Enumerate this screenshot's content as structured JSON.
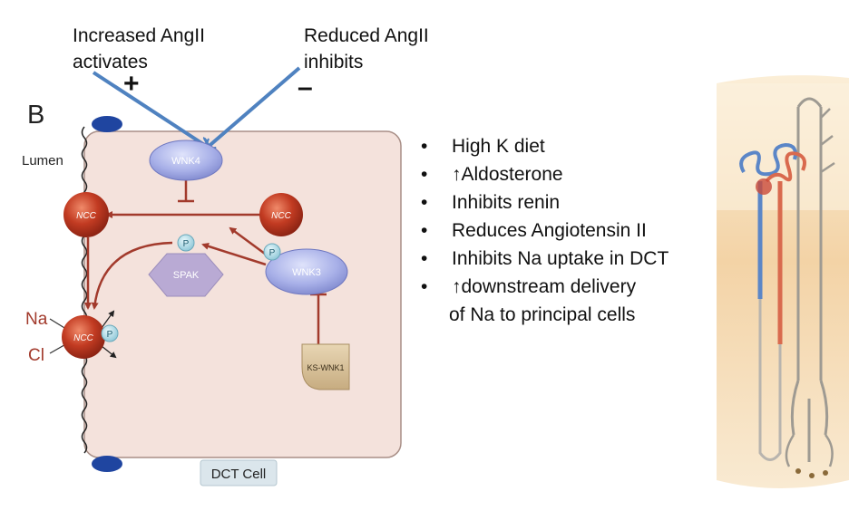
{
  "top": {
    "increased_label": "Increased  AngII",
    "activates_label": "activates",
    "reduced_label": "Reduced AngII",
    "inhibits_label": "inhibits",
    "plus": "+",
    "minus": "–"
  },
  "diagram": {
    "panel_letter": "B",
    "lumen": "Lumen",
    "wnk4": "WNK4",
    "wnk3": "WNK3",
    "spak": "SPAK",
    "ks_wnk1": "KS-WNK1",
    "ncc": "NCC",
    "p": "P",
    "na": "Na",
    "cl": "Cl",
    "dct_cell": "DCT Cell",
    "colors": {
      "cell_fill": "#f4e2dc",
      "cell_stroke": "#a88e86",
      "arrow_red": "#a23a2c",
      "ncc_red": "#c23b22",
      "blue_arrow": "#4f82c0",
      "wnk_blue": "#8d97d8",
      "spak_purple": "#b9aad4",
      "pore_blue": "#1f45a0"
    }
  },
  "bullets": [
    "High K diet",
    "↑Aldosterone",
    "Inhibits renin",
    "Reduces Angiotensin II",
    "Inhibits Na uptake in DCT",
    "↑downstream delivery",
    "of Na to principal cells"
  ]
}
